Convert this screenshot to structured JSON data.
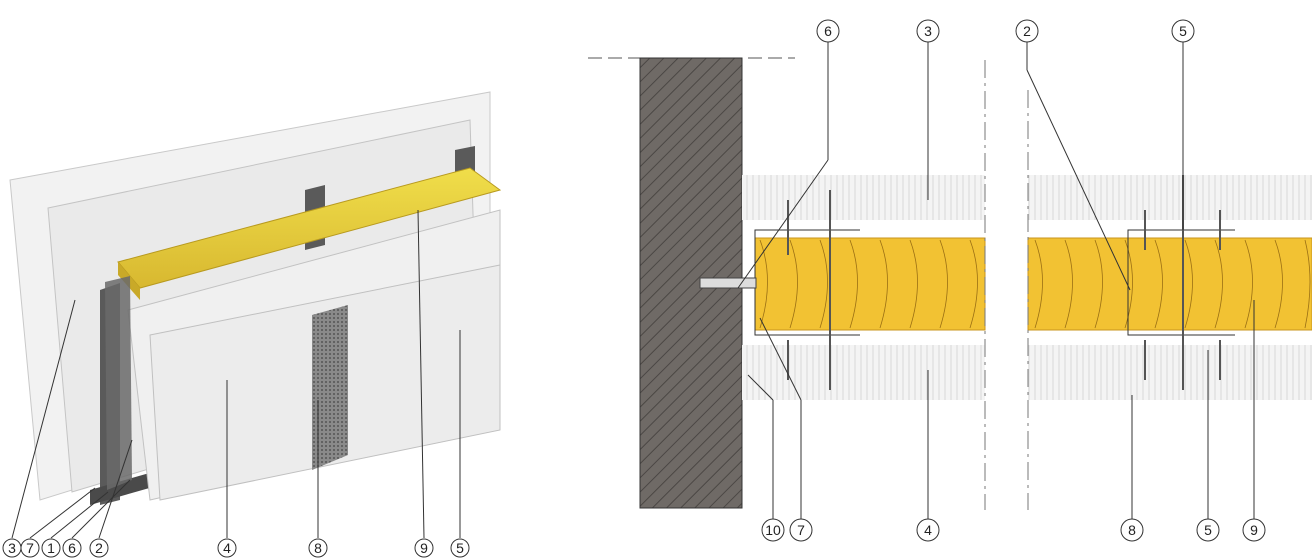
{
  "left_callouts": [
    "3",
    "7",
    "1",
    "6",
    "2",
    "4",
    "8",
    "9",
    "5"
  ],
  "right_callouts_top": [
    "6",
    "3",
    "2",
    "5"
  ],
  "right_callouts_bottom": [
    "10",
    "7",
    "4",
    "8",
    "5",
    "9"
  ],
  "colors": {
    "insulation": "#f2c233",
    "insulation_edge": "#c8941e",
    "foam_yellow": "#e8d23a",
    "masonry": "#6f6a66",
    "board": "#efefef",
    "stud_metal": "#555555"
  }
}
